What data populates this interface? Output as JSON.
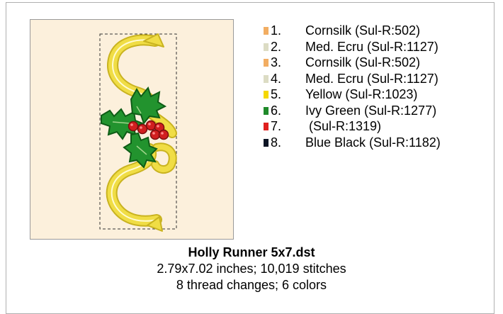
{
  "design": {
    "filename": "Holly Runner 5x7.dst",
    "size_stitches": "2.79x7.02 inches; 10,019 stitches",
    "changes_colors": "8 thread changes; 6 colors"
  },
  "threads": [
    {
      "number": "1.",
      "label": "Cornsilk (Sul-R:502)",
      "color": "#f2ad62"
    },
    {
      "number": "2.",
      "label": "Med. Ecru (Sul-R:1127)",
      "color": "#dcdcc4"
    },
    {
      "number": "3.",
      "label": "Cornsilk (Sul-R:502)",
      "color": "#f2ad62"
    },
    {
      "number": "4.",
      "label": "Med. Ecru (Sul-R:1127)",
      "color": "#dcdcc4"
    },
    {
      "number": "5.",
      "label": "Yellow (Sul-R:1023)",
      "color": "#f5d800"
    },
    {
      "number": "6.",
      "label": "Ivy Green (Sul-R:1277)",
      "color": "#1f8a2a"
    },
    {
      "number": "7.",
      "label": " (Sul-R:1319)",
      "color": "#e0201e"
    },
    {
      "number": "8.",
      "label": "Blue Black (Sul-R:1182)",
      "color": "#0d1424"
    }
  ],
  "preview": {
    "background": "#fcf0dc",
    "ribbon_color": "#e8d43a",
    "ribbon_highlight": "#fffbd0",
    "leaf_color": "#1f8a2a",
    "leaf_outline": "#0e5c16",
    "berry_color": "#d11f1f"
  }
}
